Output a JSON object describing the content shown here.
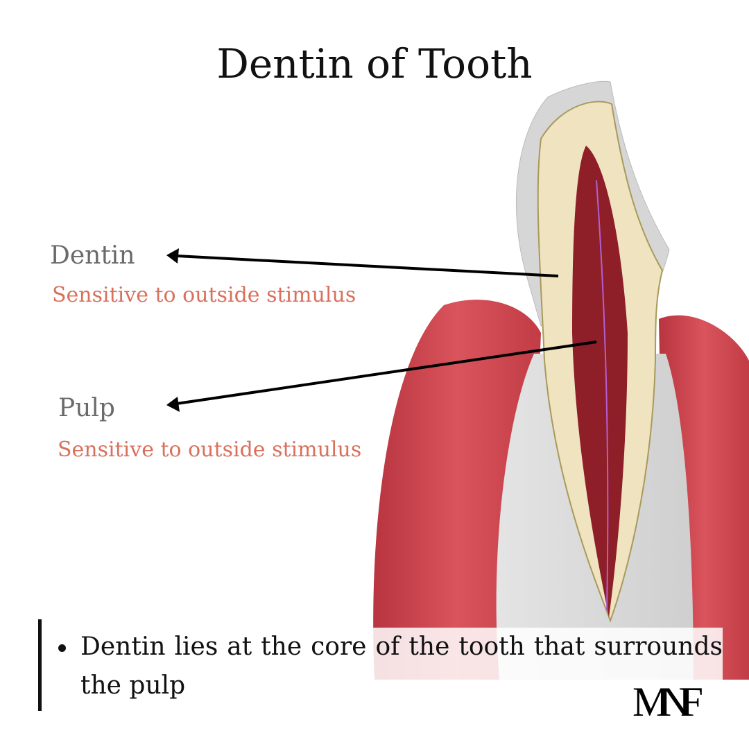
{
  "title": "Dentin of Tooth",
  "labels": [
    {
      "name": "Dentin",
      "description": "Sensitive to outside stimulus"
    },
    {
      "name": "Pulp",
      "description": "Sensitive to outside stimulus"
    }
  ],
  "bullet": "Dentin lies at the core of the tooth that surrounds the pulp",
  "logo": "MNF",
  "colors": {
    "label": "#6a6a6a",
    "description": "#d9705c",
    "gum": "#c9424b",
    "dentin": "#efe3c0",
    "pulp": "#8e1e28",
    "enamel": "#d8d8d8"
  }
}
